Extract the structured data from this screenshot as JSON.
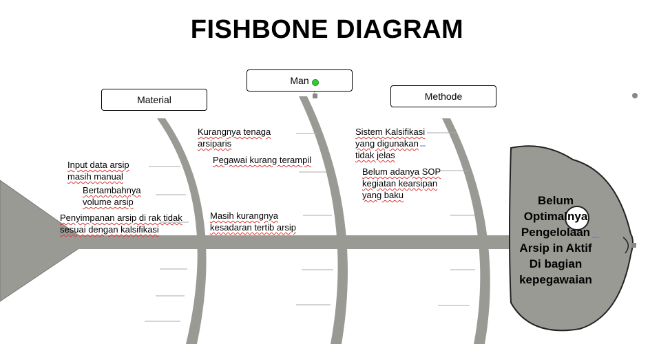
{
  "title": "FISHBONE DIAGRAM",
  "categories": {
    "material": "Material",
    "man": "Man",
    "methode": "Methode"
  },
  "causes": {
    "material_1": "Input data arsip\nmasih manual",
    "material_2": "Bertambahnya\nvolume arsip",
    "material_3": "Penyimpanan arsip di rak tidak\nsesuai dengan kalsifikasi",
    "man_1": "Kurangnya tenaga\narsiparis",
    "man_2": "Pegawai kurang terampil",
    "man_3": "Masih kurangnya\nkesadaran tertib arsip",
    "methode_1": "Sistem Kalsifikasi\nyang digunakan\ntidak jelas",
    "methode_2": "Belum adanya SOP\nkegiatan kearsipan\nyang baku"
  },
  "effect": "Belum\nOptimalnya\nPengelolaan\nArsip in Aktif\nDi bagian\nkepegawaian",
  "colors": {
    "bone": "#9a9a95",
    "bone_outline": "#555550",
    "head_fill": "#9a9a95",
    "handle_green": "#33cc33",
    "handle_gray": "#888888"
  },
  "icons": {
    "rotation_handle": "green-dot",
    "resize_handle": "gray-square"
  }
}
